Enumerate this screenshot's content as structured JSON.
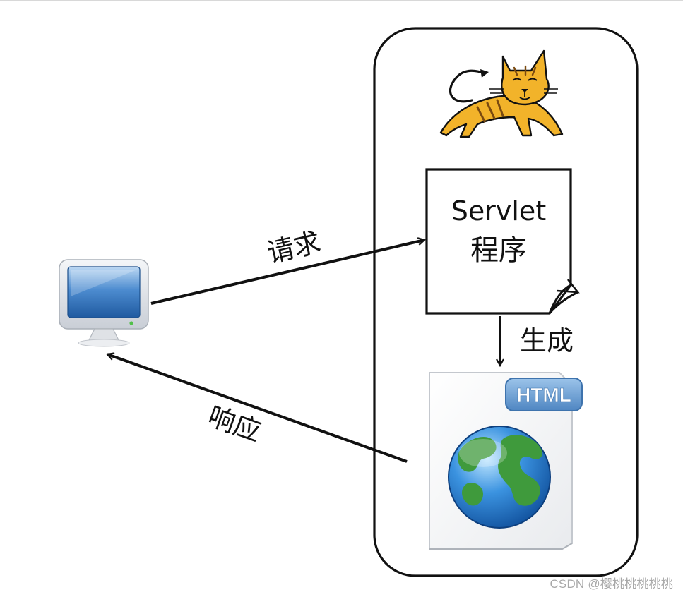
{
  "diagram": {
    "nodes": {
      "client": {
        "icon": "computer-monitor-icon"
      },
      "server": {
        "icon": "tomcat-cat-logo"
      },
      "servlet": {
        "line1": "Servlet",
        "line2": "程序"
      },
      "html_page": {
        "badge": "HTML",
        "icon": "globe-icon"
      }
    },
    "edges": {
      "request": {
        "label": "请求"
      },
      "generate": {
        "label": "生成"
      },
      "response": {
        "label": "响应"
      }
    }
  },
  "watermark": "CSDN @樱桃桃桃桃桃",
  "colors": {
    "stroke": "#111111",
    "tomcat_yellow": "#f2b32a",
    "tomcat_stripe": "#7a4a10",
    "monitor_frame": "#d9dde3",
    "screen_blue": "#2f6fb8",
    "badge_blue": "#6a9fd0",
    "globe_ocean": "#2f86d6",
    "globe_land": "#3f9a3c"
  }
}
